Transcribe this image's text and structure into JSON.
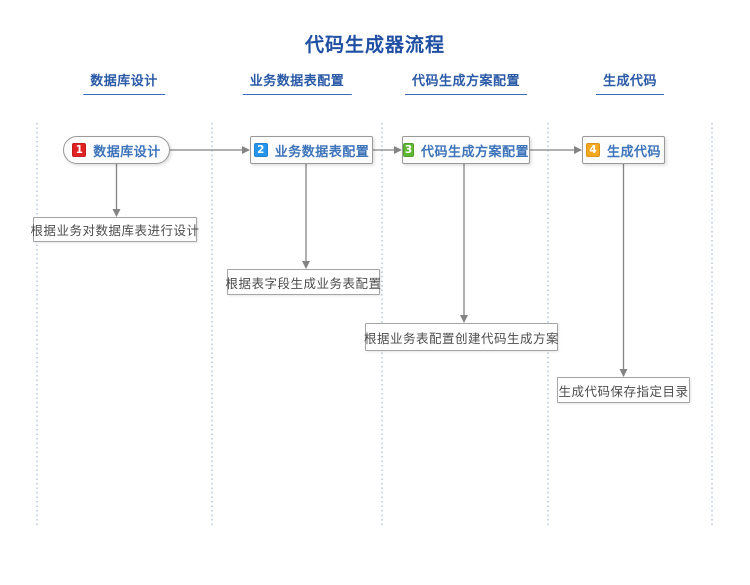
{
  "title": "代码生成器流程",
  "lanes": [
    {
      "label": "数据库设计"
    },
    {
      "label": "业务数据表配置"
    },
    {
      "label": "代码生成方案配置"
    },
    {
      "label": "生成代码"
    }
  ],
  "nodes": [
    {
      "step": "1",
      "label": "数据库设计",
      "badge_color": "#e02222",
      "shape": "stadium"
    },
    {
      "step": "2",
      "label": "业务数据表配置",
      "badge_color": "#2494ec",
      "shape": "rectangle"
    },
    {
      "step": "3",
      "label": "代码生成方案配置",
      "badge_color": "#5fb832",
      "shape": "rectangle"
    },
    {
      "step": "4",
      "label": "生成代码",
      "badge_color": "#f5a81f",
      "shape": "rectangle"
    }
  ],
  "annotations": [
    {
      "text": "根据业务对数据库表进行设计"
    },
    {
      "text": "根据表字段生成业务表配置"
    },
    {
      "text": "根据业务表配置创建代码生成方案"
    },
    {
      "text": "生成代码保存指定目录"
    }
  ],
  "colors": {
    "title_blue": "#1f4fa3",
    "header_blue": "#2b5aa6",
    "node_text_blue": "#3d74ba",
    "arrow_gray": "#848484",
    "lane_divider_blue": "#93aed0",
    "node_border_gray": "#9a9a9a",
    "annotation_text_gray": "#4d4d4d"
  }
}
